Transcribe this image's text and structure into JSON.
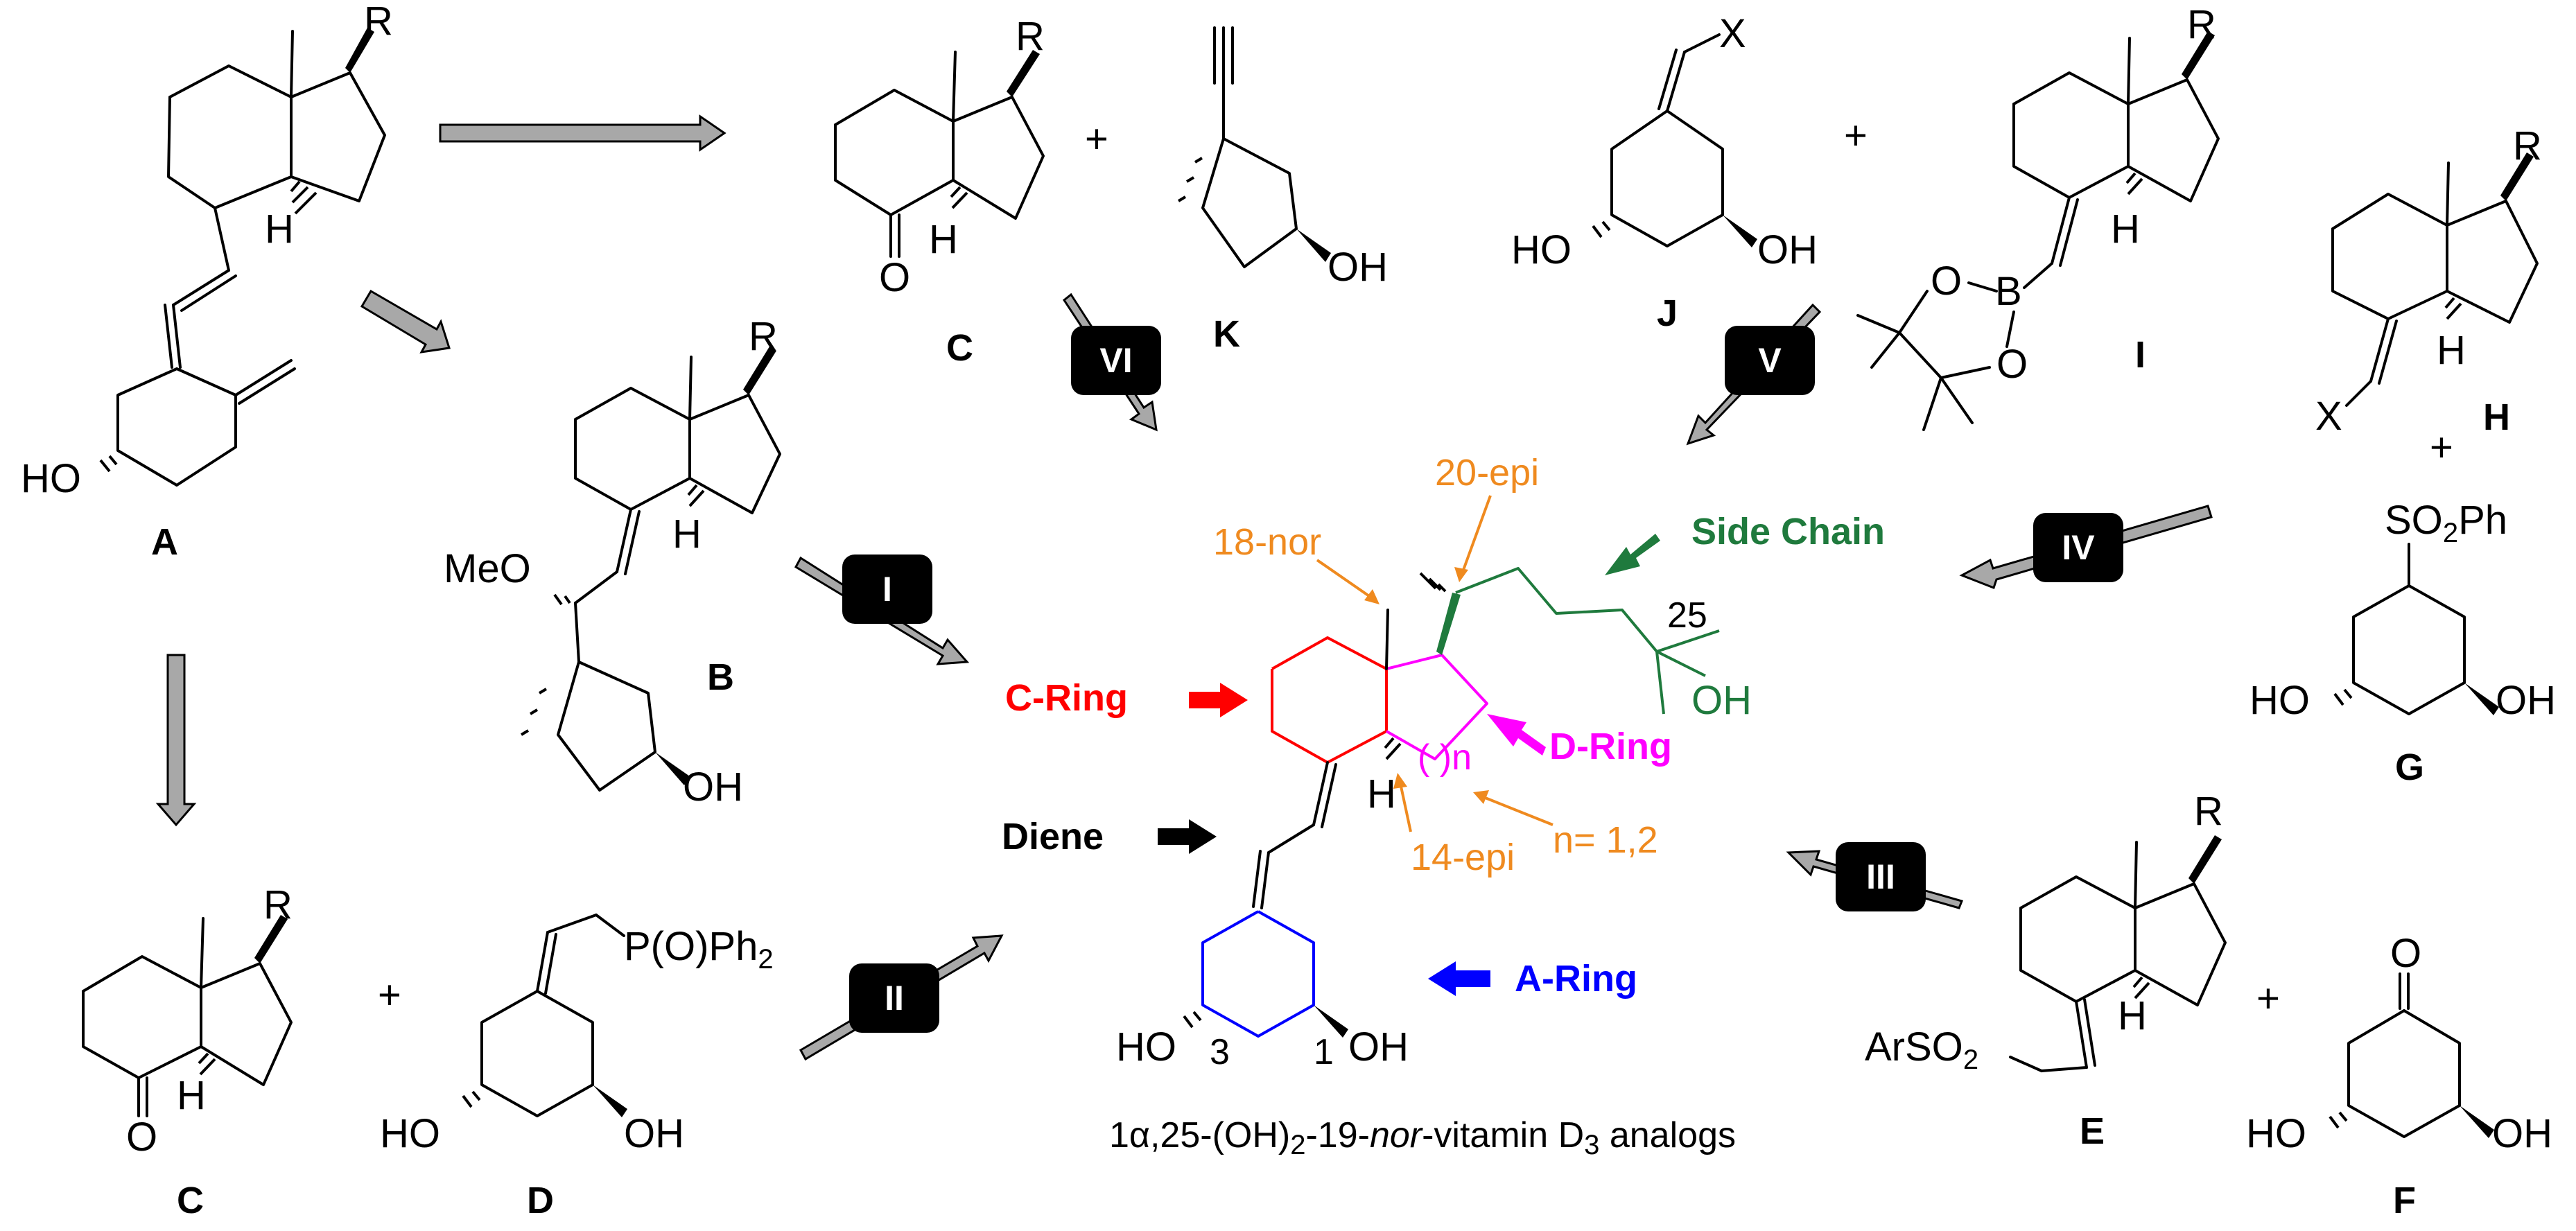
{
  "colors": {
    "c_ring": "#ff0000",
    "d_ring": "#ff00ff",
    "a_ring": "#0000ff",
    "side_chain": "#1f7a3d",
    "epi_notes": "#ef8a1f",
    "diene": "#000000",
    "retro_arrow_fill": "#a8a8a8",
    "route_badge": "#000000"
  },
  "labels": {
    "R": "R",
    "X": "X",
    "H": "H",
    "O": "O",
    "B": "B",
    "HO": "HO",
    "OH": "OH",
    "MeO": "MeO",
    "P_main": "P(O)Ph",
    "P_sub": "2",
    "SO2_main": "SO",
    "SO2_sub": "2",
    "SO2_tail": "Ph",
    "ArSO2_main": "ArSO",
    "ArSO2_sub": "2",
    "plus": "+"
  },
  "compounds": {
    "A": "A",
    "B": "B",
    "C": "C",
    "D": "D",
    "E": "E",
    "F": "F",
    "G": "G",
    "H": "H",
    "I": "I",
    "J": "J",
    "K": "K"
  },
  "routes": [
    "I",
    "II",
    "III",
    "IV",
    "V",
    "VI"
  ],
  "target": {
    "features": {
      "c_ring": "C-Ring",
      "d_ring": "D-Ring",
      "a_ring": "A-Ring",
      "side_chain": "Side Chain",
      "diene": "Diene"
    },
    "notes": {
      "nor18": "18-nor",
      "epi20": "20-epi",
      "epi14": "14-epi",
      "n_range": "n= 1,2",
      "ring_n": "( )n",
      "c25": "25",
      "c3": "3",
      "c1": "1"
    },
    "caption": {
      "prefix": "1α,25-(OH)",
      "sub1": "2",
      "mid": "-19-",
      "italic": "nor",
      "suffix": "-vitamin D",
      "sub2": "3",
      "tail": " analogs"
    }
  }
}
